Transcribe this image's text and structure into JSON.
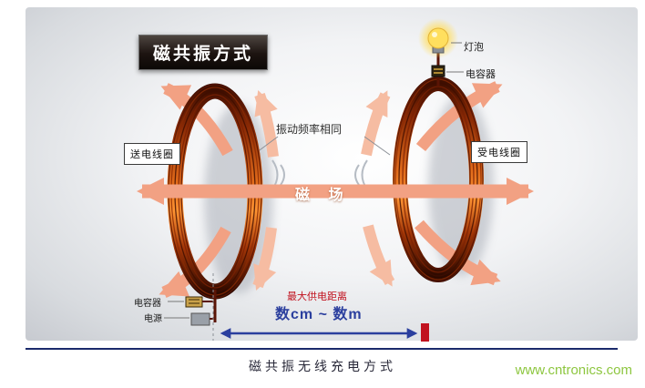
{
  "colors": {
    "arrow": "#f2a183",
    "arrow-light": "#f6bca2",
    "blue": "#2b3f9e",
    "red": "#c1121f",
    "green": "#8dc63f",
    "navy": "#1b2a6b",
    "copper-dark": "#3f0e00",
    "copper-bright": "#ff9433"
  },
  "title": {
    "label": "磁共振方式"
  },
  "diagram": {
    "bulb_label": "灯泡",
    "capacitor_top_label": "电容器",
    "send_coil_label": "送电线圈",
    "receive_coil_label": "受电线圈",
    "same_frequency_label": "振动频率相同",
    "magnetic_field_label": "磁 场",
    "capacitor_bottom_label": "电容器",
    "power_label": "电源",
    "max_distance_label": "最大供电距离",
    "distance_range_label": "数cm ~ 数m"
  },
  "caption": "磁共振无线充电方式",
  "watermark": "www.cntronics.com"
}
